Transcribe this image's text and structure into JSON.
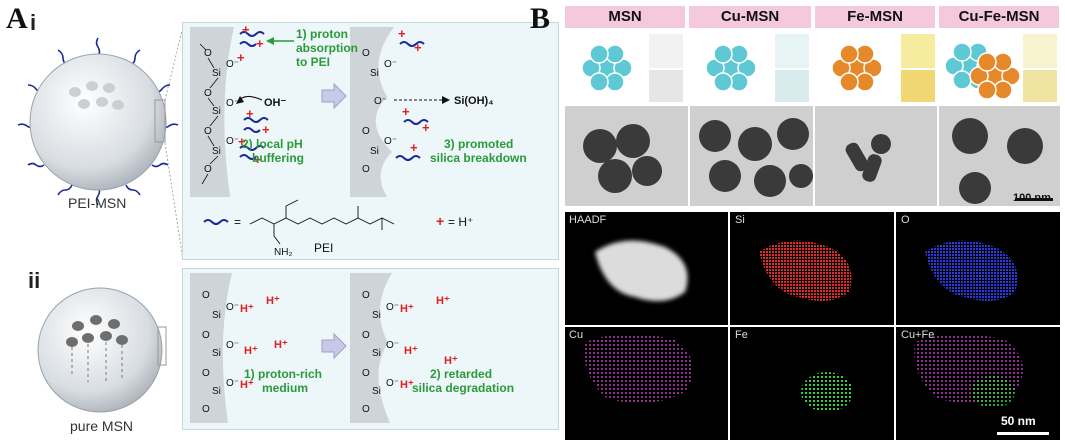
{
  "panel_a": {
    "letter": "A",
    "sub_i": "i",
    "sub_ii": "ii",
    "pei_msn_label": "PEI-MSN",
    "pure_msn_label": "pure MSN",
    "step1_line1": "1) proton",
    "step1_line2": "absorption",
    "step1_line3": "to PEI",
    "step2_line1": "2) local pH",
    "step2_line2": "buffering",
    "step3_line1": "3) promoted",
    "step3_line2": "silica breakdown",
    "oh_label": "OH⁻",
    "sioh4_label": "Si(OH)₄",
    "legend_equals": "=",
    "legend_plus_equals": "= H⁺",
    "pei_label": "PEI",
    "nh2_label": "NH₂",
    "ii_step1_line1": "1) proton-rich",
    "ii_step1_line2": "medium",
    "ii_step2_line1": "2) retarded",
    "ii_step2_line2": "silica degradation",
    "h_plus": "H⁺",
    "si_label": "Si",
    "o_label": "O",
    "o_minus_label": "O⁻",
    "colors": {
      "green": "#2a9a3a",
      "red": "#e02020",
      "pei_blue": "#1a2a9a",
      "box_bg": "#edf6f8"
    }
  },
  "panel_b": {
    "letter": "B",
    "headers": [
      "MSN",
      "Cu-MSN",
      "Fe-MSN",
      "Cu-Fe-MSN"
    ],
    "tem_scale": "100 nm",
    "maps": [
      "HAADF",
      "Si",
      "O",
      "Cu",
      "Fe",
      "Cu+Fe"
    ],
    "map_scale": "50 nm",
    "colors": {
      "header_bg": "#f4c9dc",
      "msn": "#5ec8d4",
      "fe": "#e6892a",
      "si": "#e02a2a",
      "o": "#2a3ae0",
      "cu": "#c040c0",
      "fe_map": "#30d040"
    }
  }
}
